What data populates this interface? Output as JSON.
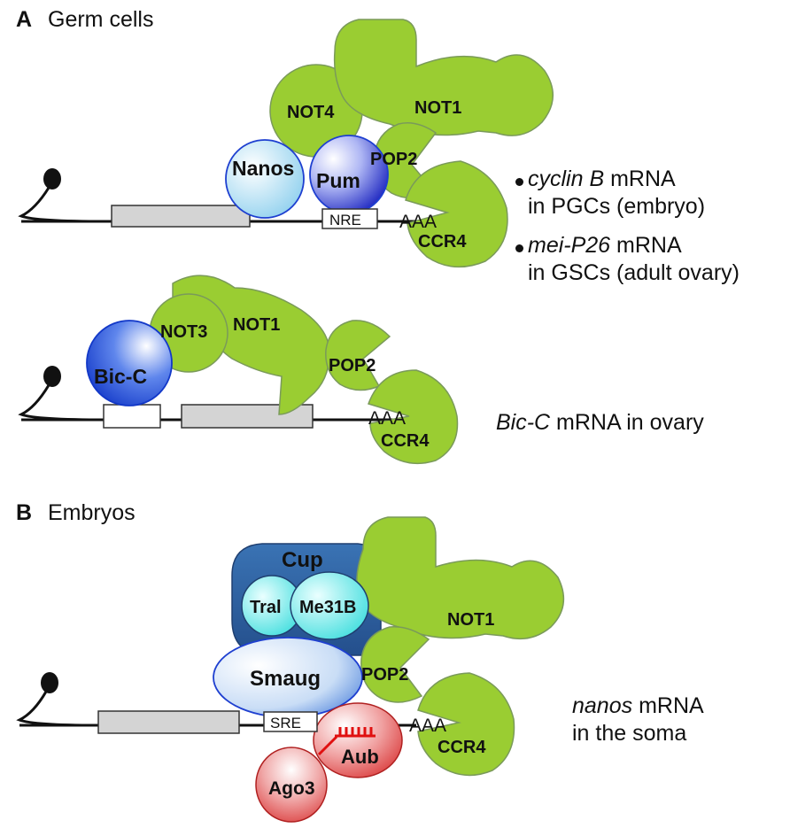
{
  "panels": {
    "a": {
      "letter": "A",
      "title": "Germ cells",
      "diagram1": {
        "proteins": {
          "nanos": "Nanos",
          "pum": "Pum",
          "not4": "NOT4",
          "not1": "NOT1",
          "pop2": "POP2",
          "ccr4": "CCR4"
        },
        "element": "NRE",
        "tail": "AAA",
        "notes": [
          {
            "italic": "cyclin B",
            "rest": " mRNA",
            "line2": "in PGCs (embryo)"
          },
          {
            "italic": "mei-P26",
            "rest": " mRNA",
            "line2": "in GSCs (adult ovary)"
          }
        ]
      },
      "diagram2": {
        "proteins": {
          "bicc": "Bic-C",
          "not3": "NOT3",
          "not1": "NOT1",
          "pop2": "POP2",
          "ccr4": "CCR4"
        },
        "tail": "AAA",
        "note": {
          "italic": "Bic-C",
          "rest": " mRNA in ovary"
        }
      }
    },
    "b": {
      "letter": "B",
      "title": "Embryos",
      "diagram": {
        "proteins": {
          "cup": "Cup",
          "tral": "Tral",
          "me31b": "Me31B",
          "not1": "NOT1",
          "smaug": "Smaug",
          "pop2": "POP2",
          "aub": "Aub",
          "ago3": "Ago3",
          "ccr4": "CCR4"
        },
        "element": "SRE",
        "tail": "AAA",
        "note": {
          "italic": "nanos",
          "rest": " mRNA",
          "line2": "in the soma"
        }
      }
    }
  },
  "colors": {
    "deadenylase_green": "#9acd32",
    "deadenylase_stroke": "#7a9a5a",
    "nanos_blue": "#9fd8f0",
    "pum_blue": "#2a36c8",
    "bicc_blue": "#1f4fd6",
    "cup_blue": "#2e66a9",
    "tral_cyan": "#44e4e4",
    "smaug_blue": "#bcd8f4",
    "aub_red": "#e44a4a",
    "ago3_red": "#e84a4a",
    "orf_gray": "#d4d4d4"
  }
}
